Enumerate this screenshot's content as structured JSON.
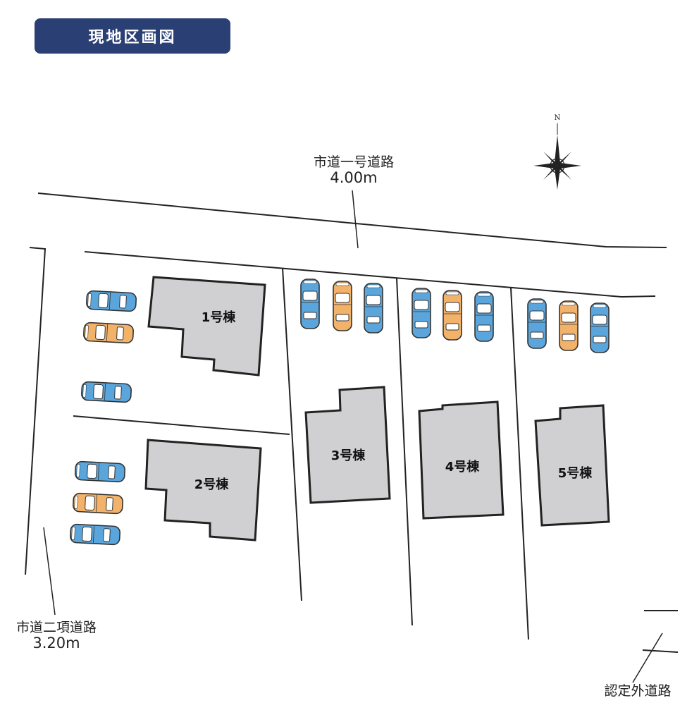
{
  "title": "現地区画図",
  "compass": {
    "north_label": "N"
  },
  "roads": {
    "top": {
      "name": "市道一号道路",
      "width": "4.00m"
    },
    "left": {
      "name": "市道二項道路",
      "width": "3.20m"
    },
    "corner": {
      "name": "認定外道路"
    }
  },
  "buildings": [
    {
      "id": 1,
      "label": "1号棟"
    },
    {
      "id": 2,
      "label": "2号棟"
    },
    {
      "id": 3,
      "label": "3号棟"
    },
    {
      "id": 4,
      "label": "4号棟"
    },
    {
      "id": 5,
      "label": "5号棟"
    }
  ],
  "colors": {
    "building_fill": "#d0d0d2",
    "car_blue": "#5aa6dc",
    "car_orange": "#f2b26a",
    "title_bg": "#2a3f73"
  }
}
